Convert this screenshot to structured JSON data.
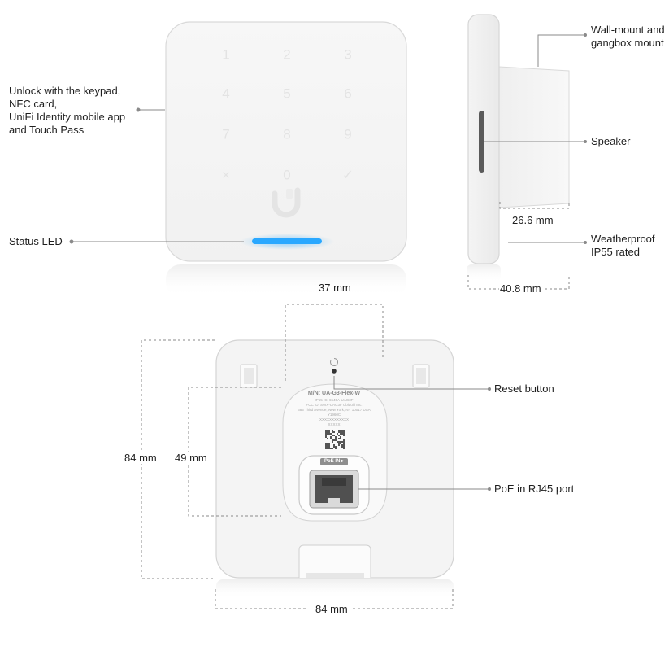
{
  "front_view": {
    "keypad": [
      "1",
      "2",
      "3",
      "4",
      "5",
      "6",
      "7",
      "8",
      "9",
      "×",
      "0",
      "✓"
    ],
    "callouts": {
      "unlock": [
        "Unlock with the keypad,",
        "NFC card,",
        "UniFi Identity mobile app",
        "and Touch Pass"
      ],
      "status_led": "Status LED"
    },
    "led_color": "#2aa8ff"
  },
  "side_view": {
    "callouts": {
      "mount": [
        "Wall-mount and",
        "gangbox mount"
      ],
      "speaker": "Speaker",
      "weatherproof": [
        "Weatherproof",
        "IP55 rated"
      ]
    },
    "dims": {
      "depth_mount": "26.6 mm",
      "depth_total": "40.8 mm"
    }
  },
  "rear_view": {
    "dims": {
      "mount_width": "37 mm",
      "height": "84 mm",
      "mount_height": "49 mm",
      "width": "84 mm"
    },
    "callouts": {
      "reset": "Reset button",
      "poe": "PoE in RJ45 port"
    },
    "label_text": {
      "model": "M/N: UA-G3-Flex-W",
      "lines": [
        "IP55  IC: 6545A-UAG3F",
        "FCC ID: SWX-UAG3F  Ubiquiti Inc.",
        "685 Third Avenue, New York, NY 10017 USA",
        "Y1960C",
        "XXXXXXXXXXXX",
        "XXXXX"
      ],
      "port_label": "PoE IN ▸"
    }
  }
}
